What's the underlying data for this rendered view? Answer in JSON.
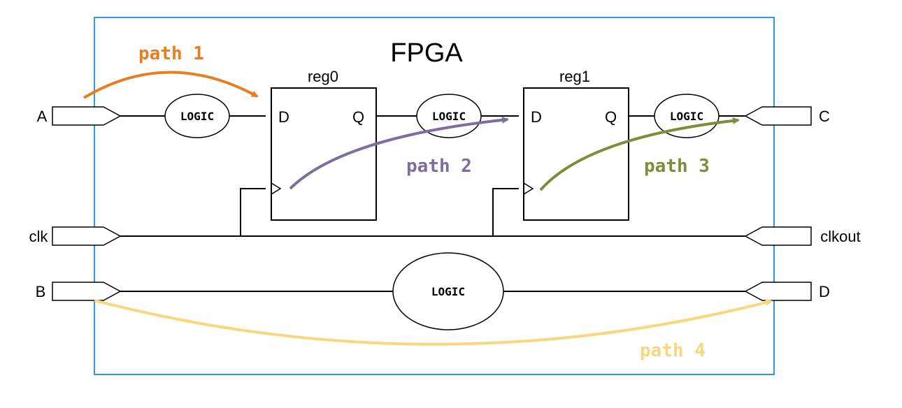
{
  "title": "FPGA",
  "registers": {
    "reg0": {
      "name": "reg0",
      "d": "D",
      "q": "Q"
    },
    "reg1": {
      "name": "reg1",
      "d": "D",
      "q": "Q"
    }
  },
  "logic_label": "LOGIC",
  "ports": {
    "in_a": "A",
    "in_clk": "clk",
    "in_b": "B",
    "out_c": "C",
    "out_clkout": "clkout",
    "out_d": "D"
  },
  "paths": {
    "p1": {
      "label": "path 1",
      "color": "#E67E22"
    },
    "p2": {
      "label": "path 2",
      "color": "#7D6E9E"
    },
    "p3": {
      "label": "path 3",
      "color": "#7F8C3A"
    },
    "p4": {
      "label": "path 4",
      "color": "#F9D77E"
    }
  },
  "colors": {
    "fpga_border": "#2D9CD6",
    "wire": "#000000"
  }
}
